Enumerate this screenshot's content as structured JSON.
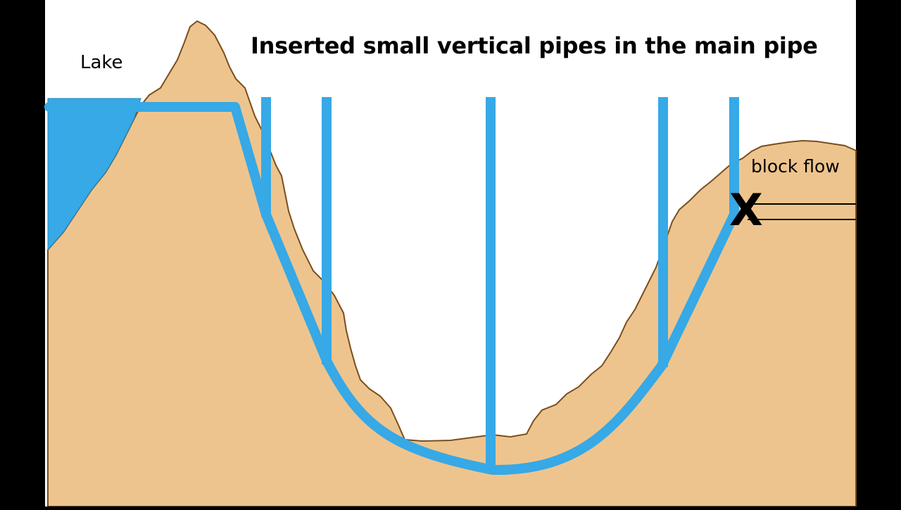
{
  "title": "Inserted small vertical pipes in the main pipe",
  "labels": {
    "lake": "Lake",
    "block_flow": "block flow",
    "block_marker": "X"
  },
  "colors": {
    "background": "#ffffff",
    "side_bars": "#000000",
    "terrain": "#eec48e",
    "terrain_outline": "#7a4e1c",
    "water": "#36a9e6",
    "marker": "#000000"
  }
}
